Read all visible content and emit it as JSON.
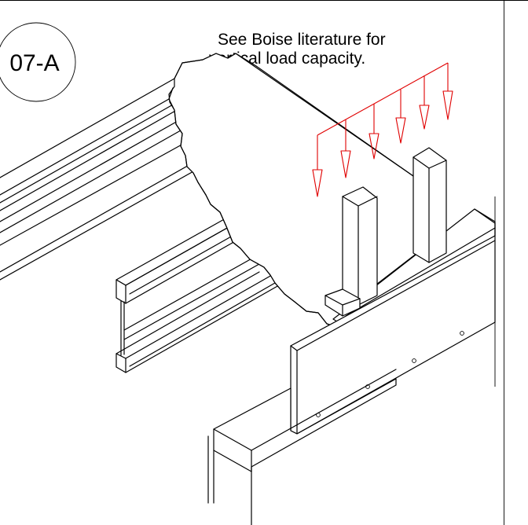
{
  "detail": {
    "tag": "07-A",
    "note_lines": [
      "See Boise literature for",
      "vertical load capacity."
    ]
  },
  "colors": {
    "linework": "#000000",
    "load_arrows": "#e00000",
    "background": "#ffffff"
  }
}
